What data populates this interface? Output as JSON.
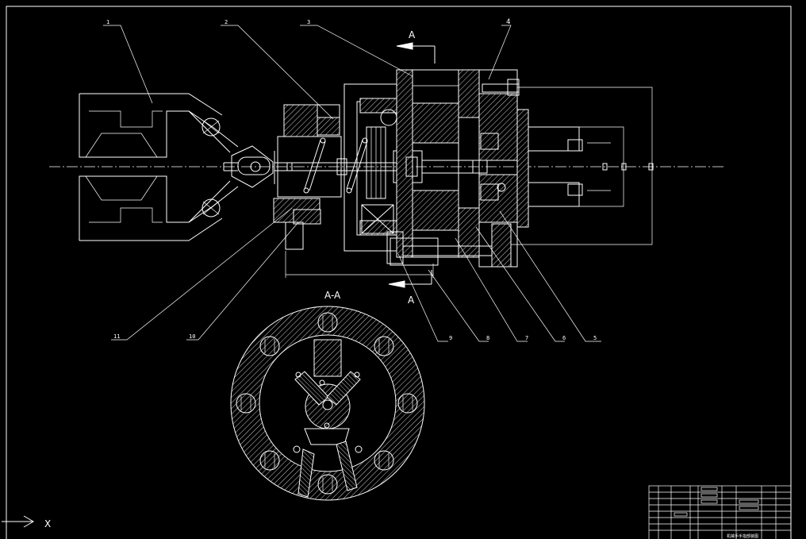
{
  "drawing": {
    "section_view_title": "A-A",
    "section_marks": [
      "A",
      "A"
    ],
    "part_labels": [
      "1",
      "2",
      "3",
      "4",
      "5",
      "6",
      "7",
      "8",
      "9",
      "10",
      "11"
    ],
    "axis_label": "X",
    "title_block": {
      "drawing_name": "机械手手指部装图"
    }
  },
  "colors": {
    "background": "#000000",
    "line": "#ffffff"
  }
}
